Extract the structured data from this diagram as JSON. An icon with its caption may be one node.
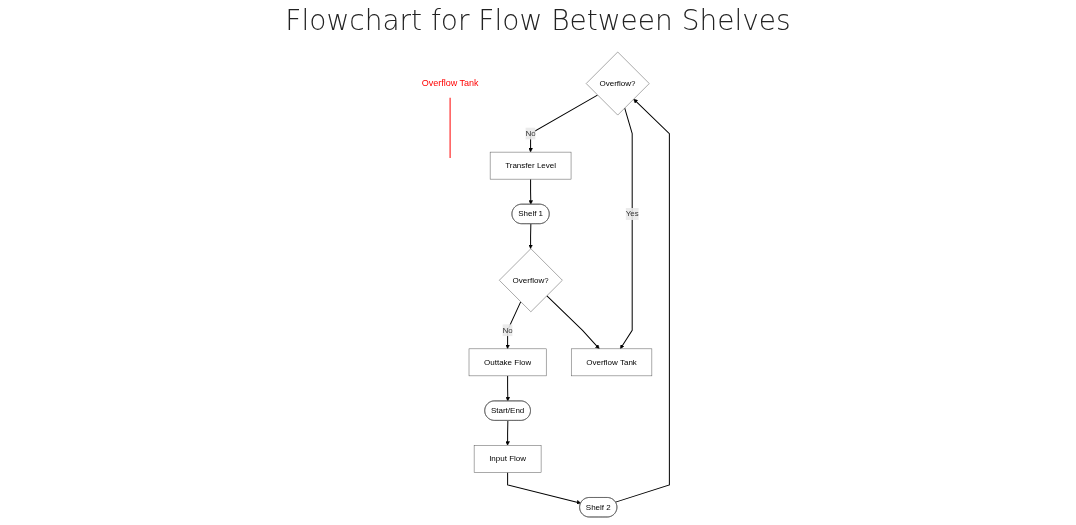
{
  "diagram": {
    "title": "Flowchart for Flow Between Shelves",
    "nodes": [
      {
        "text": [
          "Overflow?"
        ]
      },
      {
        "text": [
          "Shelf 2"
        ]
      },
      {
        "text": [
          "Input Flow"
        ]
      },
      {
        "text": [
          "Transfer Level"
        ]
      },
      {
        "text": [
          "Outtake Flow"
        ]
      },
      {
        "text": [
          "Overflow?"
        ]
      },
      {
        "text": [
          "Shelf 1"
        ]
      },
      {
        "text": [
          "Overflow Tank"
        ]
      },
      {
        "text": [
          "Start/End"
        ]
      },
      {
        "text": [
          "Overflow Tank"
        ]
      }
    ],
    "edges": [
      {
        "from": 2,
        "to": 1,
        "arrow": "to"
      },
      {
        "from": 1,
        "to": 0,
        "arrow": "to"
      },
      {
        "from": 0,
        "to": 3,
        "label": "No",
        "arrow": "to"
      },
      {
        "from": 3,
        "to": 6,
        "arrow": "to"
      },
      {
        "from": 6,
        "to": 5,
        "arrow": "to"
      },
      {
        "from": 5,
        "to": 4,
        "label": "No",
        "arrow": "to"
      },
      {
        "from": 0,
        "to": 7,
        "label": "Yes",
        "arrow": "to"
      },
      {
        "from": 5,
        "to": 7,
        "arrow": "to"
      },
      {
        "from": 4,
        "to": 8,
        "arrow": "to"
      },
      {
        "from": 8,
        "to": 2,
        "arrow": "to"
      },
      {
        "from": 9,
        "to": null,
        "arrow": "none",
        "color": "#ff0000"
      }
    ]
  }
}
